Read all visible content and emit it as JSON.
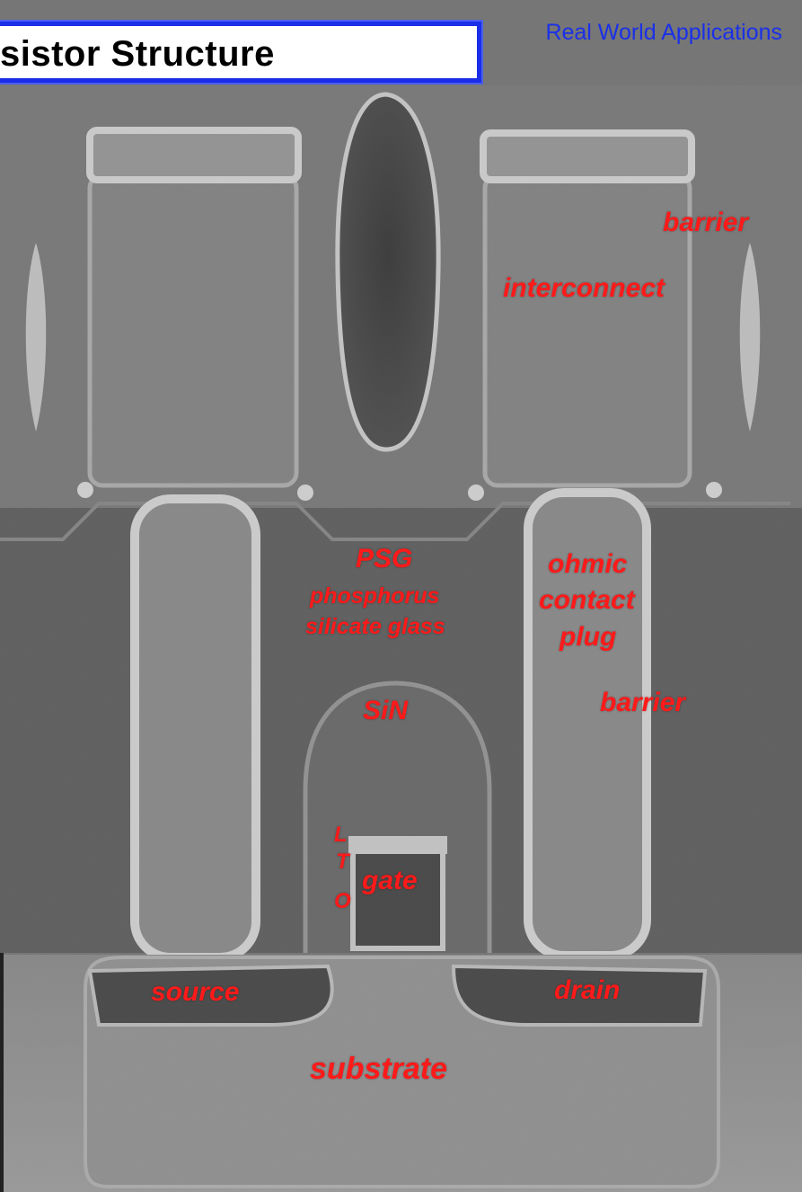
{
  "header": {
    "title": "sistor  Structure",
    "link": "Real World Applications"
  },
  "labels": {
    "barrier_top": "barrier",
    "interconnect": "interconnect",
    "psg": "PSG",
    "psg_desc_1": "phosphorus",
    "psg_desc_2": "silicate glass",
    "ohmic_1": "ohmic",
    "ohmic_2": "contact",
    "ohmic_3": "plug",
    "barrier_mid": "barrier",
    "sin": "SiN",
    "lto_l": "L",
    "lto_t": "T",
    "lto_o": "O",
    "gate": "gate",
    "source": "source",
    "drain": "drain",
    "substrate": "substrate"
  },
  "colors": {
    "label": "#ff1a1a",
    "link": "#1a30e8",
    "title_border": "#1a2ee8"
  }
}
